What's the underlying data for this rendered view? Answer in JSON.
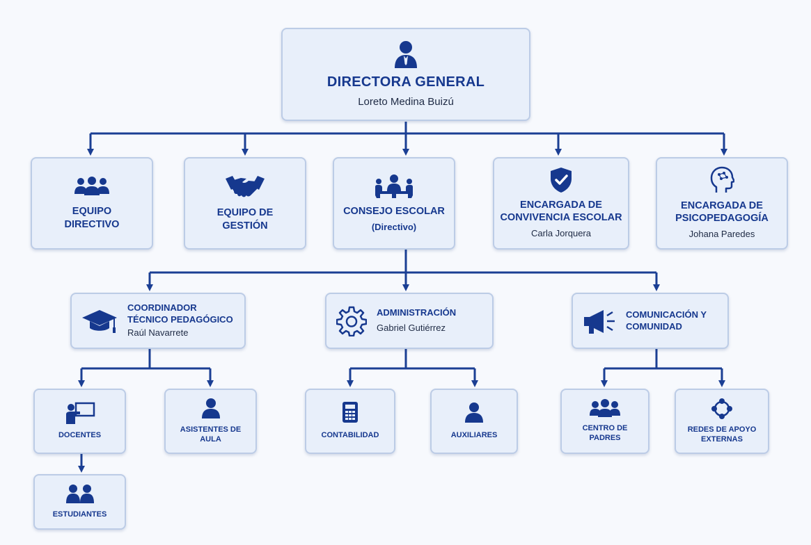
{
  "colors": {
    "primary": "#16388e",
    "box_fill": "#e8effa",
    "box_border": "#bccce6",
    "line": "#1b3f94",
    "background": "#f7f9fd"
  },
  "root": {
    "title": "DIRECTORA GENERAL",
    "person": "Loreto Medina Buizú",
    "icon": "person-icon"
  },
  "level1": [
    {
      "title": "EQUIPO\nDIRECTIVO",
      "icon": "group-icon"
    },
    {
      "title": "EQUIPO DE\nGESTIÓN",
      "icon": "handshake-icon"
    },
    {
      "title": "CONSEJO ESCOLAR",
      "note": "(Directivo)",
      "icon": "meeting-icon"
    },
    {
      "title": "ENCARGADA DE\nCONVIVENCIA ESCOLAR",
      "person": "Carla Jorquera",
      "icon": "shield-check-icon"
    },
    {
      "title": "ENCARGADA DE\nPSICOPEDAGOGÍA",
      "person": "Johana Paredes",
      "icon": "brain-head-icon"
    }
  ],
  "level2": [
    {
      "title": "COORDINADOR\nTÉCNICO PEDAGÓGICO",
      "person": "Raúl Navarrete",
      "icon": "graduation-cap-icon"
    },
    {
      "title": "ADMINISTRACIÓN",
      "person": "Gabriel Gutiérrez",
      "icon": "gear-icon"
    },
    {
      "title": "COMUNICACIÓN Y\nCOMUNIDAD",
      "icon": "megaphone-icon"
    }
  ],
  "level3": [
    {
      "title": "DOCENTES",
      "icon": "teacher-board-icon"
    },
    {
      "title": "ASISTENTES DE\nAULA",
      "icon": "person-icon"
    },
    {
      "title": "CONTABILIDAD",
      "icon": "calculator-icon"
    },
    {
      "title": "AUXILIARES",
      "icon": "person-icon"
    },
    {
      "title": "CENTRO DE\nPADRES",
      "icon": "group-icon"
    },
    {
      "title": "REDES DE APOYO\nEXTERNAS",
      "icon": "network-icon"
    }
  ],
  "level4": [
    {
      "title": "ESTUDIANTES",
      "icon": "students-icon"
    }
  ]
}
